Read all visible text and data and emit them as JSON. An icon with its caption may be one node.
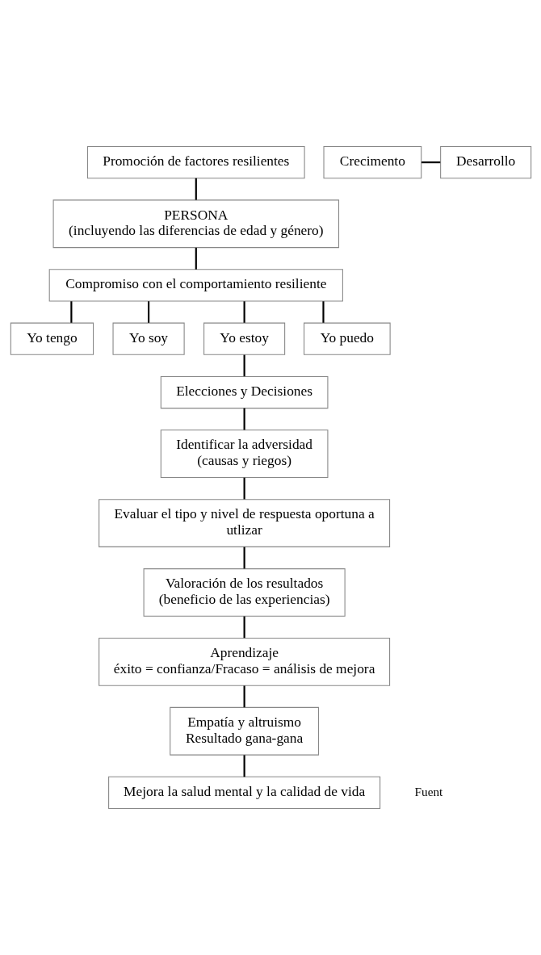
{
  "diagram": {
    "nodes": [
      {
        "text": [
          "Promoción de factores resilientes"
        ]
      },
      {
        "text": [
          "Crecimento"
        ]
      },
      {
        "text": [
          "Desarrollo"
        ]
      },
      {
        "text": [
          "PERSONA",
          "(incluyendo las diferencias de edad y género)"
        ]
      },
      {
        "text": [
          "Compromiso con el comportamiento resiliente"
        ]
      },
      {
        "text": [
          "Yo tengo"
        ]
      },
      {
        "text": [
          "Yo soy"
        ]
      },
      {
        "text": [
          "Yo estoy"
        ]
      },
      {
        "text": [
          "Yo puedo"
        ]
      },
      {
        "text": [
          "Elecciones y Decisiones"
        ]
      },
      {
        "text": [
          "Identificar la adversidad",
          "(causas y riegos)"
        ]
      },
      {
        "text": [
          "Evaluar el tipo y nivel de respuesta oportuna a utlizar"
        ]
      },
      {
        "text": [
          "Valoración de los resultados",
          "(beneficio de las experiencias)"
        ]
      },
      {
        "text": [
          "Aprendizaje",
          "éxito = confianza/Fracaso = análisis de mejora"
        ]
      },
      {
        "text": [
          "Empatía y altruismo",
          "Resultado gana-gana"
        ]
      },
      {
        "text": [
          "Mejora la salud mental y la calidad de vida"
        ]
      }
    ],
    "edges": [
      {
        "from": 0,
        "to": 3,
        "arrow": "none"
      },
      {
        "from": 1,
        "to": 2,
        "arrow": "none"
      },
      {
        "from": 3,
        "to": 4,
        "arrow": "none"
      },
      {
        "from": 4,
        "to": 5,
        "arrow": "none"
      },
      {
        "from": 4,
        "to": 6,
        "arrow": "none"
      },
      {
        "from": 4,
        "to": 7,
        "arrow": "none"
      },
      {
        "from": 4,
        "to": 8,
        "arrow": "none"
      },
      {
        "from": 7,
        "to": 9,
        "arrow": "none"
      },
      {
        "from": 9,
        "to": 10,
        "arrow": "none"
      },
      {
        "from": 10,
        "to": 11,
        "arrow": "none"
      },
      {
        "from": 11,
        "to": 12,
        "arrow": "none"
      },
      {
        "from": 12,
        "to": 13,
        "arrow": "none"
      },
      {
        "from": 13,
        "to": 14,
        "arrow": "none"
      },
      {
        "from": 14,
        "to": 15,
        "arrow": "none"
      }
    ],
    "labels": [
      "Fuent"
    ]
  }
}
